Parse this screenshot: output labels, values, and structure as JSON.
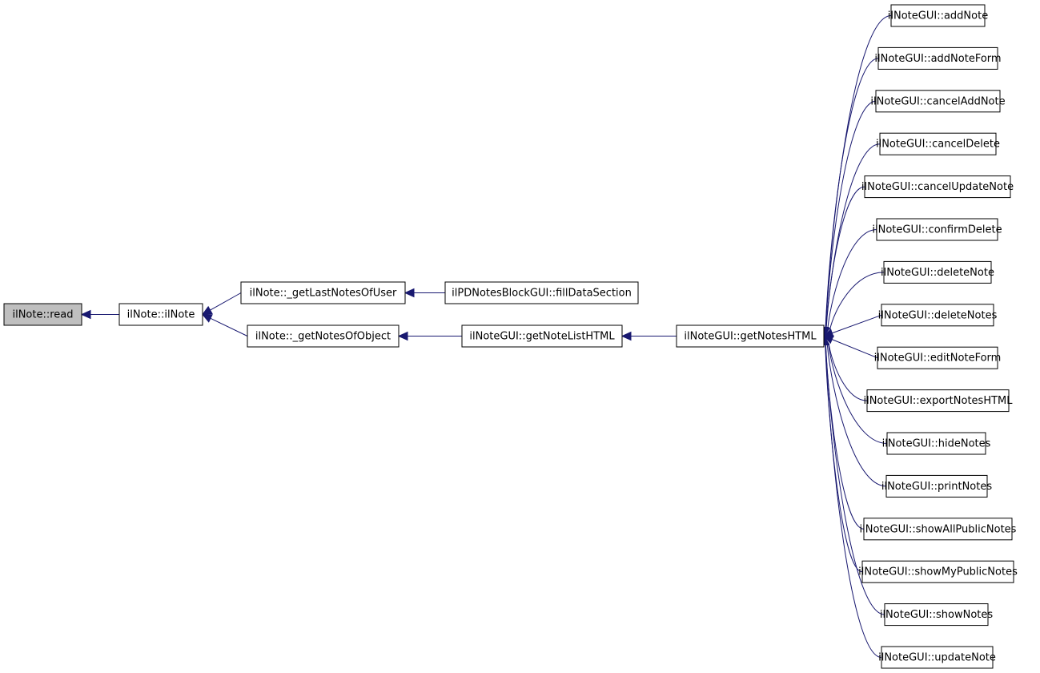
{
  "graph": {
    "nodes": [
      {
        "id": "read",
        "label": "ilNote::read",
        "root": true
      },
      {
        "id": "ilNote",
        "label": "ilNote::ilNote"
      },
      {
        "id": "getLastNotesOfUser",
        "label": "ilNote::_getLastNotesOfUser"
      },
      {
        "id": "getNotesOfObject",
        "label": "ilNote::_getNotesOfObject"
      },
      {
        "id": "fillDataSection",
        "label": "ilPDNotesBlockGUI::fillDataSection"
      },
      {
        "id": "getNoteListHTML",
        "label": "ilNoteGUI::getNoteListHTML"
      },
      {
        "id": "getNotesHTML",
        "label": "ilNoteGUI::getNotesHTML"
      },
      {
        "id": "addNote",
        "label": "ilNoteGUI::addNote"
      },
      {
        "id": "addNoteForm",
        "label": "ilNoteGUI::addNoteForm"
      },
      {
        "id": "cancelAddNote",
        "label": "ilNoteGUI::cancelAddNote"
      },
      {
        "id": "cancelDelete",
        "label": "ilNoteGUI::cancelDelete"
      },
      {
        "id": "cancelUpdateNote",
        "label": "ilNoteGUI::cancelUpdateNote"
      },
      {
        "id": "confirmDelete",
        "label": "ilNoteGUI::confirmDelete"
      },
      {
        "id": "deleteNote",
        "label": "ilNoteGUI::deleteNote"
      },
      {
        "id": "deleteNotes",
        "label": "ilNoteGUI::deleteNotes"
      },
      {
        "id": "editNoteForm",
        "label": "ilNoteGUI::editNoteForm"
      },
      {
        "id": "exportNotesHTML",
        "label": "ilNoteGUI::exportNotesHTML"
      },
      {
        "id": "hideNotes",
        "label": "ilNoteGUI::hideNotes"
      },
      {
        "id": "printNotes",
        "label": "ilNoteGUI::printNotes"
      },
      {
        "id": "showAllPublicNotes",
        "label": "ilNoteGUI::showAllPublicNotes"
      },
      {
        "id": "showMyPublicNotes",
        "label": "ilNoteGUI::showMyPublicNotes"
      },
      {
        "id": "showNotes",
        "label": "ilNoteGUI::showNotes"
      },
      {
        "id": "updateNote",
        "label": "ilNoteGUI::updateNote"
      }
    ],
    "edges": [
      {
        "from": "ilNote",
        "to": "read"
      },
      {
        "from": "getLastNotesOfUser",
        "to": "ilNote"
      },
      {
        "from": "getNotesOfObject",
        "to": "ilNote"
      },
      {
        "from": "fillDataSection",
        "to": "getLastNotesOfUser"
      },
      {
        "from": "getNoteListHTML",
        "to": "getNotesOfObject"
      },
      {
        "from": "getNotesHTML",
        "to": "getNoteListHTML"
      },
      {
        "from": "addNote",
        "to": "getNotesHTML"
      },
      {
        "from": "addNoteForm",
        "to": "getNotesHTML"
      },
      {
        "from": "cancelAddNote",
        "to": "getNotesHTML"
      },
      {
        "from": "cancelDelete",
        "to": "getNotesHTML"
      },
      {
        "from": "cancelUpdateNote",
        "to": "getNotesHTML"
      },
      {
        "from": "confirmDelete",
        "to": "getNotesHTML"
      },
      {
        "from": "deleteNote",
        "to": "getNotesHTML"
      },
      {
        "from": "deleteNotes",
        "to": "getNotesHTML"
      },
      {
        "from": "editNoteForm",
        "to": "getNotesHTML"
      },
      {
        "from": "exportNotesHTML",
        "to": "getNotesHTML"
      },
      {
        "from": "hideNotes",
        "to": "getNotesHTML"
      },
      {
        "from": "printNotes",
        "to": "getNotesHTML"
      },
      {
        "from": "showAllPublicNotes",
        "to": "getNotesHTML"
      },
      {
        "from": "showMyPublicNotes",
        "to": "getNotesHTML"
      },
      {
        "from": "showNotes",
        "to": "getNotesHTML"
      },
      {
        "from": "updateNote",
        "to": "getNotesHTML"
      }
    ]
  },
  "colors": {
    "edge": "#191970",
    "node_border": "#000000",
    "node_fill": "#ffffff",
    "root_fill": "#bfbfbf"
  }
}
